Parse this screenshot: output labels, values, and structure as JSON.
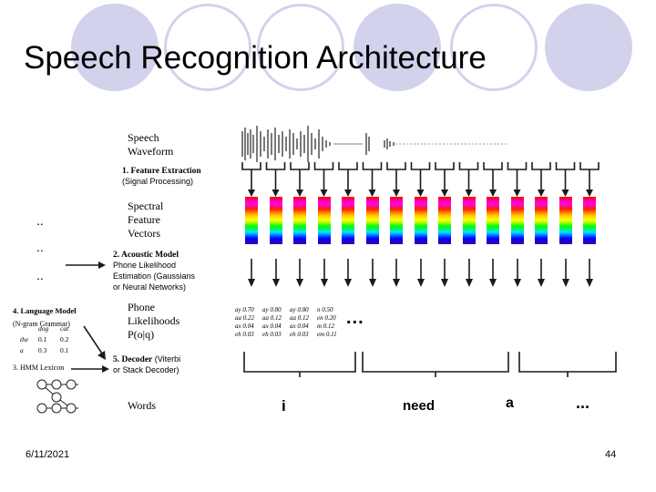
{
  "title": "Speech Recognition Architecture",
  "labels": {
    "speech_waveform": [
      "Speech",
      "Waveform"
    ],
    "spectral_feature_vectors": [
      "Spectral",
      "Feature",
      "Vectors"
    ],
    "phone_likelihoods": [
      "Phone",
      "Likelihoods",
      "P(o|q)"
    ],
    "words": "Words"
  },
  "steps": {
    "feature_extraction": {
      "title": "1. Feature Extraction",
      "subtitle": "(Signal Processing)"
    },
    "acoustic_model": {
      "title": "2. Acoustic Model",
      "lines": [
        "Phone Likelihood",
        "Estimation (Gaussians",
        "or Neural Networks)"
      ]
    },
    "decoder": {
      "title": "5. Decoder",
      "rest": " (Viterbi",
      "line2": "or Stack Decoder)"
    }
  },
  "language_model": {
    "title": "4. Language Model",
    "subtitle": "(N-gram Grammar)",
    "headers": [
      "dog",
      "cat"
    ],
    "rows": [
      {
        "word": "the",
        "values": [
          "0.1",
          "0.2"
        ]
      },
      {
        "word": "a",
        "values": [
          "0.3",
          "0.1"
        ]
      }
    ]
  },
  "hmm_lexicon": {
    "title": "3. HMM Lexicon"
  },
  "phone_table": {
    "columns": [
      [
        "ay 0.70",
        "aa 0.22",
        "ax 0.04",
        "eh 0.03"
      ],
      [
        "ay 0.80",
        "aa 0.12",
        "ax 0.04",
        "eh 0.03"
      ],
      [
        "ay 0.80",
        "aa 0.12",
        "ax 0.04",
        "eh 0.03"
      ],
      [
        "n 0.50",
        "en 0.20",
        "m 0.12",
        "em 0.11"
      ]
    ],
    "ellipsis": "..."
  },
  "words_output": {
    "w1": "i",
    "w2": "need",
    "w3": "a",
    "more": "..."
  },
  "left_dots": [
    "..",
    "..",
    ".."
  ],
  "footer": {
    "date": "6/11/2021",
    "page": "44"
  },
  "colors": {
    "circle": "#d2d2ec",
    "arrow": "#1a1a1a"
  }
}
